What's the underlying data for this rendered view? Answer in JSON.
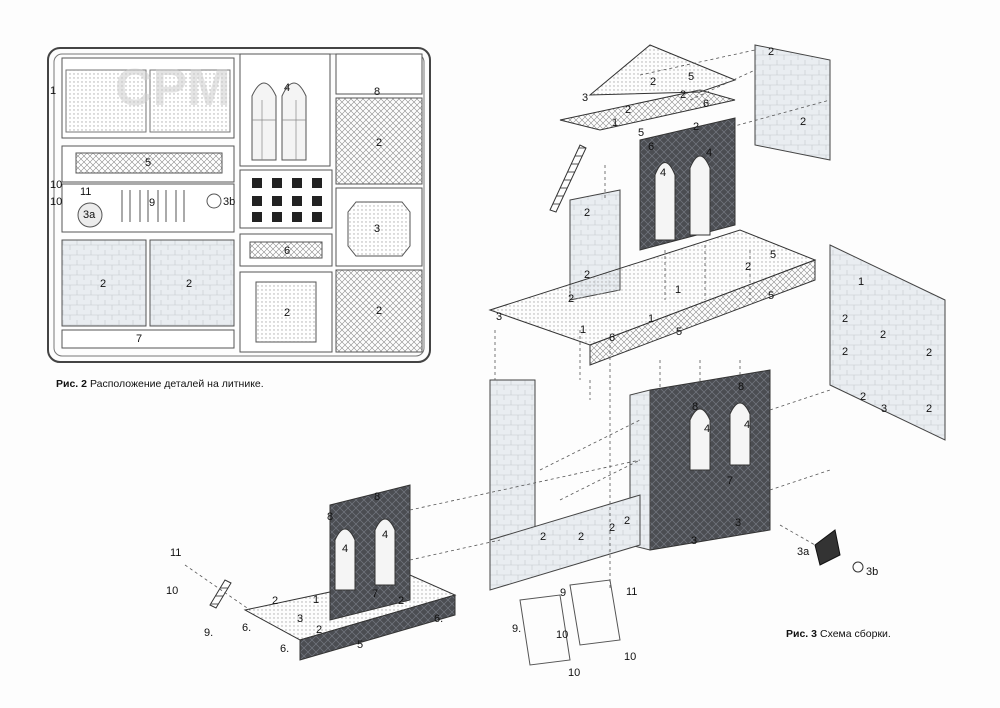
{
  "watermark": "CPM",
  "fig2": {
    "label": "Рис. 2",
    "text": "Расположение деталей на литнике."
  },
  "fig3": {
    "label": "Рис. 3",
    "text": "Схема сборки."
  },
  "sprue": {
    "n1": "1",
    "n10a": "10",
    "n10b": "10",
    "n5": "5",
    "n11": "11",
    "n3a": "3a",
    "n9": "9",
    "n3b": "3b",
    "n4": "4",
    "n8": "8",
    "n2a": "2",
    "n3": "3",
    "n2b": "2",
    "n2c": "2",
    "n6": "6",
    "n2d": "2",
    "n7": "7",
    "n2e": "2"
  },
  "assembly": {
    "top_floor": [
      "2",
      "5",
      "2",
      "3",
      "2",
      "6",
      "1",
      "5",
      "2",
      "6",
      "4",
      "4"
    ],
    "top_wall": [
      "2",
      "2"
    ],
    "mid_floor": [
      "5",
      "2",
      "1",
      "1",
      "5",
      "2",
      "1",
      "6",
      "5",
      "3"
    ],
    "right_wall": [
      "1",
      "2",
      "2",
      "2",
      "2",
      "3",
      "2",
      "2"
    ],
    "lower_block": [
      "8",
      "8",
      "4",
      "4",
      "7",
      "3",
      "3"
    ],
    "left_wall": [
      "2",
      "2"
    ],
    "center_walls": [
      "2",
      "2",
      "2",
      "2"
    ],
    "parts_3ab": [
      "3a",
      "3b"
    ],
    "ladders": [
      "9",
      "10",
      "11",
      "9.",
      "10",
      "10"
    ],
    "base": [
      "8",
      "8",
      "4",
      "4",
      "7",
      "1",
      "2",
      "3",
      "2",
      "2",
      "6.",
      "6.",
      "6.",
      "5"
    ],
    "left_ladder": [
      "11",
      "10",
      "9."
    ]
  }
}
